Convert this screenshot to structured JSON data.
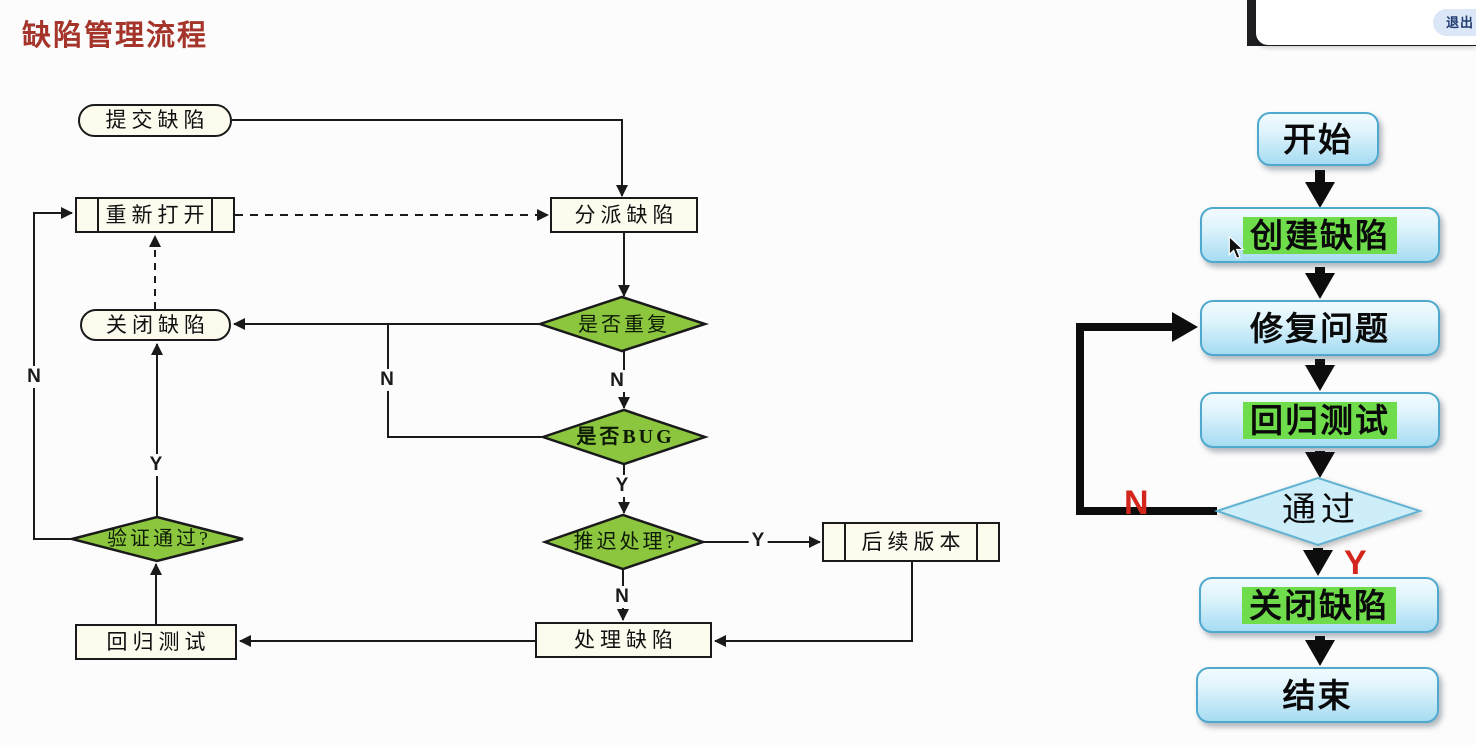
{
  "title": "缺陷管理流程",
  "toolbar": {
    "exit_button_label": "退出"
  },
  "left_chart": {
    "nodes": {
      "submit": "提交缺陷",
      "reopen": "重新打开",
      "assign": "分派缺陷",
      "is_duplicate": "是否重复",
      "close": "关闭缺陷",
      "is_bug": "是否BUG",
      "verify_pass": "验证通过?",
      "postpone": "推迟处理?",
      "future_version": "后续版本",
      "regression": "回归测试",
      "handle": "处理缺陷"
    },
    "edge_labels": {
      "dup_no": "N",
      "bug_no": "N",
      "bug_yes": "Y",
      "postpone_yes": "Y",
      "postpone_no": "N",
      "verify_yes": "Y",
      "verify_no": "N"
    },
    "edges": [
      {
        "from": "submit",
        "to": "assign",
        "style": "solid"
      },
      {
        "from": "reopen",
        "to": "assign",
        "style": "dashed"
      },
      {
        "from": "assign",
        "to": "is_duplicate",
        "style": "solid"
      },
      {
        "from": "is_duplicate",
        "to": "close",
        "style": "solid"
      },
      {
        "from": "is_duplicate",
        "to": "is_bug",
        "label": "N",
        "style": "solid"
      },
      {
        "from": "is_bug",
        "to": "close",
        "label": "N",
        "style": "solid"
      },
      {
        "from": "is_bug",
        "to": "postpone",
        "label": "Y",
        "style": "solid"
      },
      {
        "from": "postpone",
        "to": "future_version",
        "label": "Y",
        "style": "solid"
      },
      {
        "from": "postpone",
        "to": "handle",
        "label": "N",
        "style": "solid"
      },
      {
        "from": "future_version",
        "to": "handle",
        "style": "solid"
      },
      {
        "from": "handle",
        "to": "regression",
        "style": "solid"
      },
      {
        "from": "regression",
        "to": "verify_pass",
        "style": "solid"
      },
      {
        "from": "verify_pass",
        "to": "close",
        "label": "Y",
        "style": "solid"
      },
      {
        "from": "verify_pass",
        "to": "reopen",
        "label": "N",
        "style": "solid"
      },
      {
        "from": "close",
        "to": "reopen",
        "style": "dashed"
      }
    ]
  },
  "right_chart": {
    "steps": {
      "start": "开始",
      "create": "创建缺陷",
      "fix": "修复问题",
      "regression": "回归测试",
      "pass": "通过",
      "close": "关闭缺陷",
      "end": "结束"
    },
    "edge_labels": {
      "no": "N",
      "yes": "Y"
    },
    "edges": [
      {
        "from": "start",
        "to": "create"
      },
      {
        "from": "create",
        "to": "fix"
      },
      {
        "from": "fix",
        "to": "regression"
      },
      {
        "from": "regression",
        "to": "pass"
      },
      {
        "from": "pass",
        "to": "fix",
        "label": "N"
      },
      {
        "from": "pass",
        "to": "close",
        "label": "Y"
      },
      {
        "from": "close",
        "to": "end"
      }
    ]
  },
  "colors": {
    "bg": "#fcfcfc",
    "title": "#A5352B",
    "ink": "#1a1a1a",
    "nodeFill": "#FCFBEE",
    "diamondFill": "#8CC63F",
    "blueTop": "#dff4fc",
    "blueBottom": "#a6dcf2",
    "blueBorder": "#4fa8cd",
    "diamondBlue": "#cdeef9",
    "highlight": "#6FDC4B",
    "red": "#D3261D",
    "pillBg": "#dbe6f7",
    "pillText": "#203a70",
    "panelDark": "#1f1f23"
  }
}
